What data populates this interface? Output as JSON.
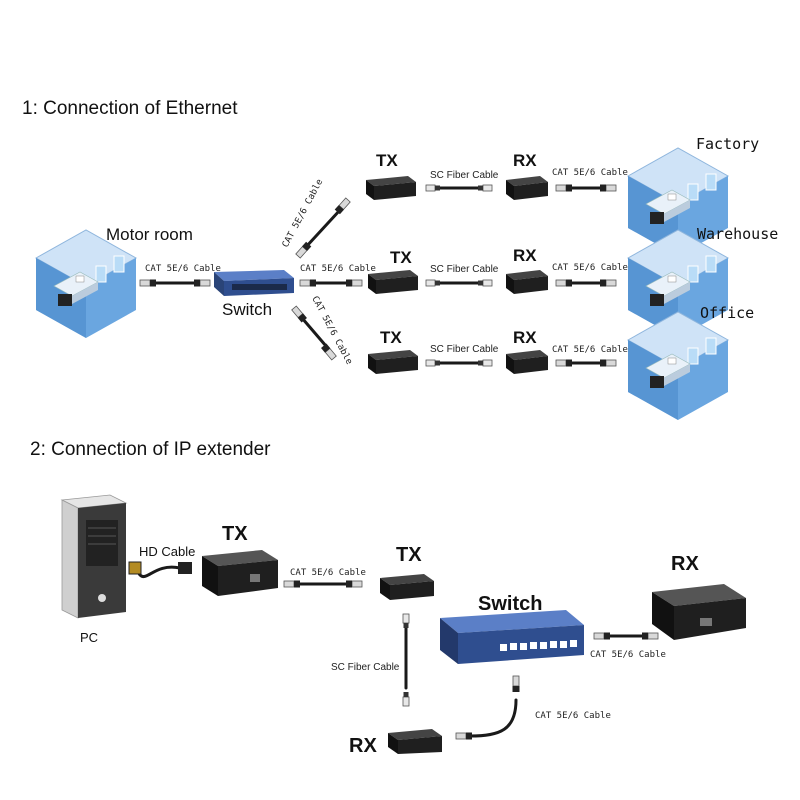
{
  "section1": {
    "title": "1: Connection of Ethernet",
    "motor_room": "Motor room",
    "switch": "Switch",
    "places": [
      "Factory",
      "Warehouse",
      "Office"
    ],
    "tx": "TX",
    "rx": "RX",
    "cat_cable": "CAT 5E/6 Cable",
    "fiber_cable": "SC Fiber Cable"
  },
  "section2": {
    "title": "2: Connection of IP extender",
    "pc": "PC",
    "hd_cable": "HD Cable",
    "tx": "TX",
    "rx": "RX",
    "switch": "Switch",
    "cat_cable": "CAT 5E/6 Cable",
    "fiber_cable": "SC Fiber Cable"
  },
  "colors": {
    "room_blue": "#6fa8dc",
    "switch_blue": "#2f4e8f",
    "device_black": "#1f1f1f"
  }
}
